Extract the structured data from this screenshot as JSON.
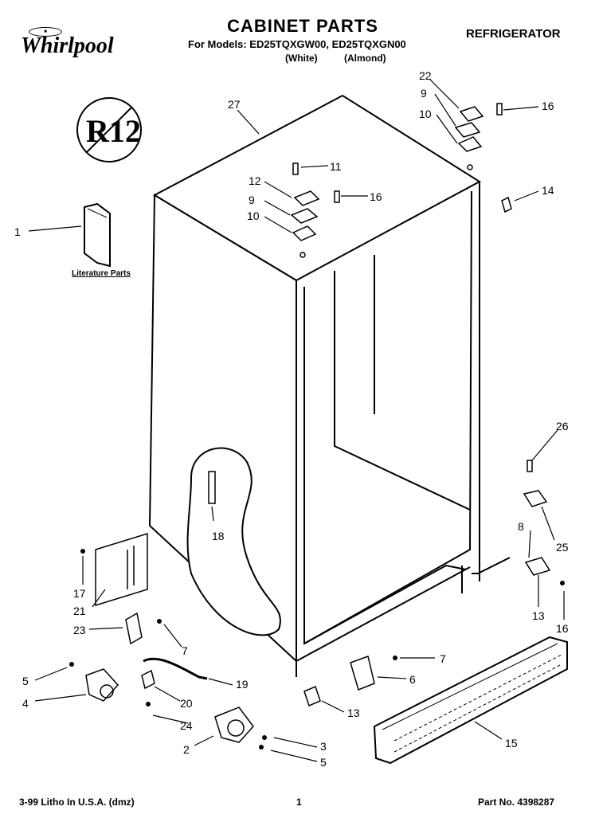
{
  "header": {
    "brand": "Whirlpool",
    "title": "CABINET PARTS",
    "models_line": "For Models: ED25TQXGW00, ED25TQXGN00",
    "variant_white": "(White)",
    "variant_almond": "(Almond)",
    "doc_type": "REFRIGERATOR"
  },
  "badge": {
    "text": "R12"
  },
  "literature": {
    "label": "Literature Parts"
  },
  "callouts": [
    "1",
    "2",
    "3",
    "4",
    "5",
    "5",
    "6",
    "7",
    "7",
    "8",
    "9",
    "9",
    "10",
    "10",
    "11",
    "12",
    "13",
    "13",
    "14",
    "15",
    "16",
    "16",
    "16",
    "17",
    "18",
    "19",
    "20",
    "21",
    "22",
    "23",
    "24",
    "25",
    "26",
    "27"
  ],
  "footer": {
    "left": "3-99 Litho In U.S.A. (dmz)",
    "center": "1",
    "right": "Part No. 4398287"
  },
  "colors": {
    "ink": "#000000",
    "paper": "#ffffff"
  }
}
